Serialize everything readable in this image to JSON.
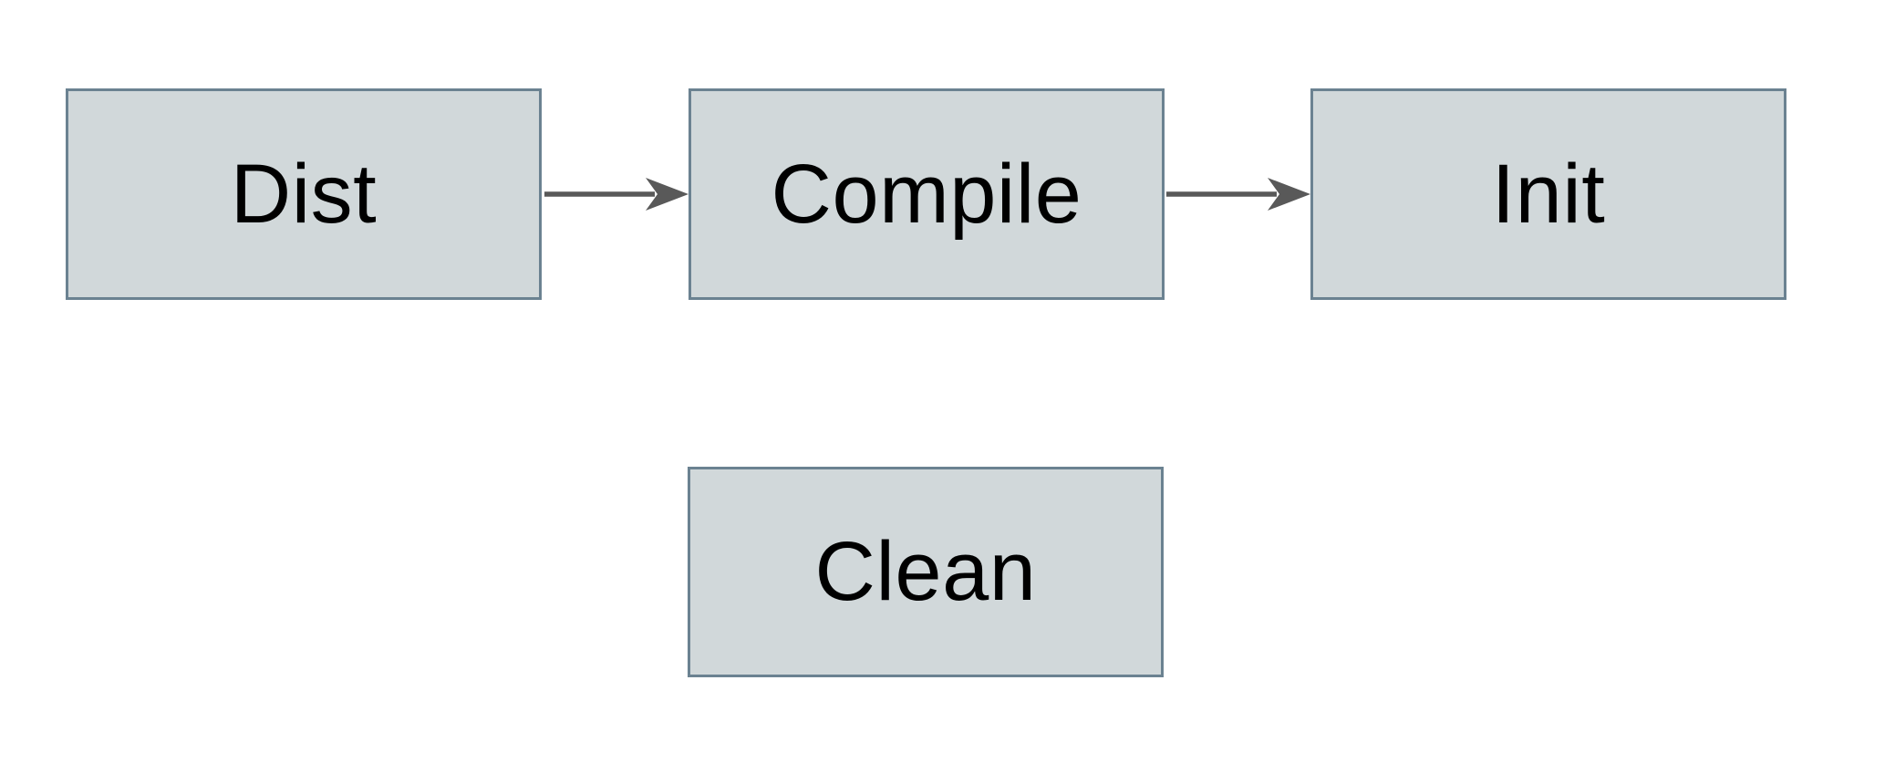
{
  "diagram": {
    "type": "flowchart",
    "background_color": "#ffffff",
    "nodes": [
      {
        "id": "dist",
        "label": "Dist"
      },
      {
        "id": "compile",
        "label": "Compile"
      },
      {
        "id": "init",
        "label": "Init"
      },
      {
        "id": "clean",
        "label": "Clean"
      }
    ],
    "edges": [
      {
        "from": "Dist",
        "to": "Compile",
        "style": "arrow"
      },
      {
        "from": "Compile",
        "to": "Init",
        "style": "arrow"
      }
    ],
    "colors": {
      "node_fill": "#d1d8da",
      "node_border": "#6b8291",
      "arrow": "#595959",
      "text": "#000000"
    }
  }
}
